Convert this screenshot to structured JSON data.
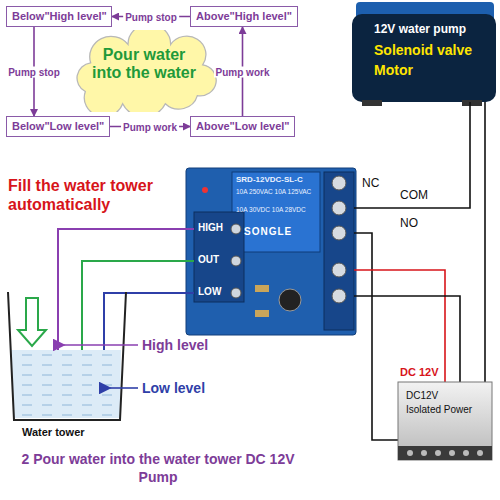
{
  "diagram": {
    "caption": "2 Pour water into the water tower DC 12V Pump",
    "nodes": [
      {
        "text": [
          "Below\"High level\""
        ]
      },
      {
        "text": [
          "Above\"High level\""
        ]
      },
      {
        "text": [
          "Below\"Low level\""
        ]
      },
      {
        "text": [
          "Above\"Low level\""
        ]
      },
      {
        "text": [
          "Pour water into the water"
        ]
      }
    ],
    "edges": [
      {
        "from": 1,
        "to": 0,
        "arrow": "to",
        "label": "Pump stop"
      },
      {
        "from": 0,
        "to": 2,
        "arrow": "to",
        "label": "Pump stop"
      },
      {
        "from": 2,
        "to": 3,
        "arrow": "to",
        "label": "Pump work"
      },
      {
        "from": 3,
        "to": 1,
        "arrow": "to",
        "label": "Pump work"
      }
    ],
    "labels": [
      "Fill the water tower automatically",
      "HIGH",
      "OUT",
      "LOW",
      "NC",
      "COM",
      "NO",
      "SRD-12VDC-SL-C",
      "SONGLE",
      "10A 250VAC 10A 125VAC",
      "10A 30VDC 10A 28VDC",
      "12V water pump",
      "Solenoid valve",
      "Motor",
      "High level",
      "Low level",
      "Water tower",
      "DC 12V",
      "DC12V",
      "Isolated Power"
    ]
  }
}
